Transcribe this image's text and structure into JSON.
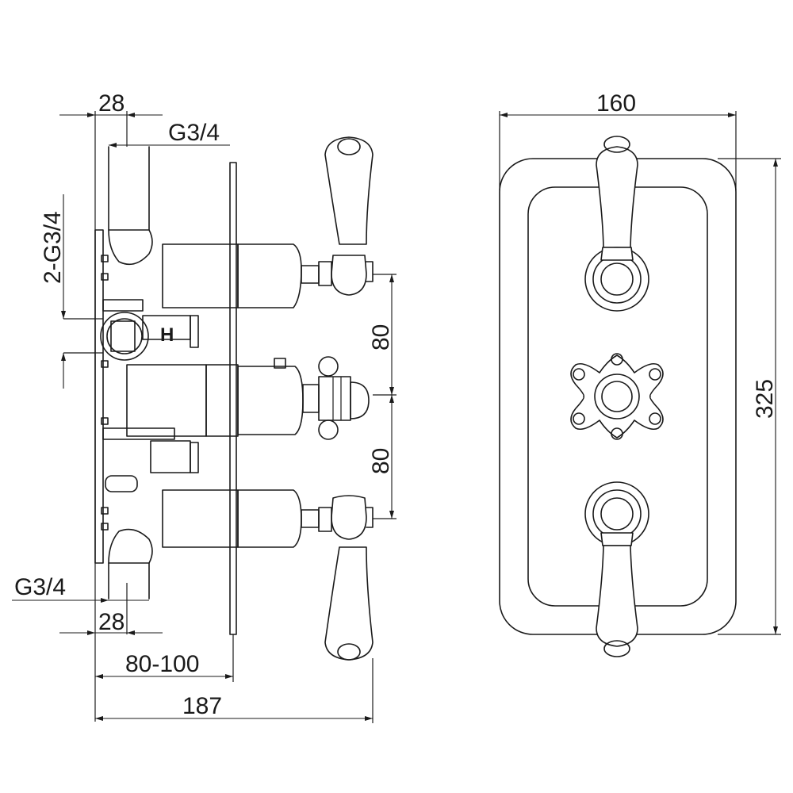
{
  "dimensions": {
    "side_top_inlet_offset": "28",
    "side_top_thread": "G3/4",
    "side_left_threads": "2-G3/4",
    "side_bottom_thread": "G3/4",
    "side_bottom_inlet_offset": "28",
    "side_wall_depth": "80-100",
    "side_total_depth": "187",
    "side_upper_spacing": "80",
    "side_lower_spacing": "80",
    "front_width": "160",
    "front_height": "325"
  },
  "markings": {
    "hot_indicator": "H"
  }
}
